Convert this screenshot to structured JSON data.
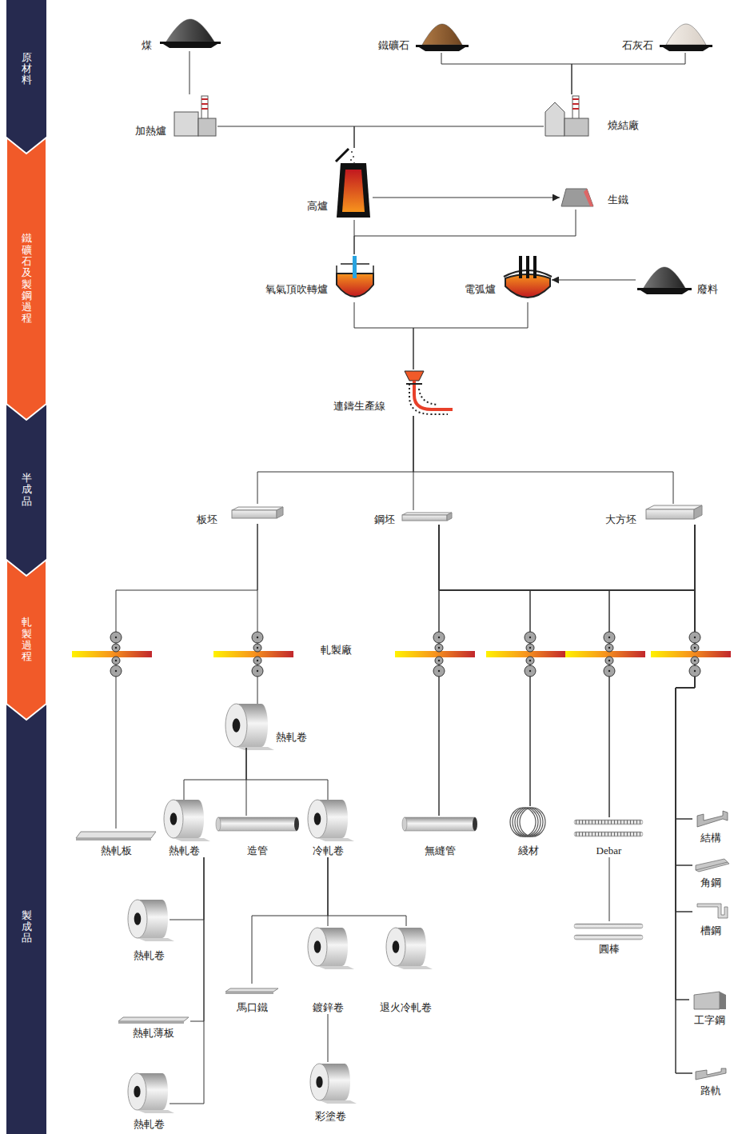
{
  "diagram": {
    "nodes": [
      {
        "text": [
          "原材料"
        ]
      },
      {
        "text": [
          "鐵礦石及製鋼過程"
        ]
      },
      {
        "text": [
          "半成品"
        ]
      },
      {
        "text": [
          "軋製過程"
        ]
      },
      {
        "text": [
          "製成品"
        ]
      },
      {
        "text": [
          "煤"
        ]
      },
      {
        "text": [
          "鐵礦石"
        ]
      },
      {
        "text": [
          "石灰石"
        ]
      },
      {
        "text": [
          "加熱爐"
        ]
      },
      {
        "text": [
          "燒結廠"
        ]
      },
      {
        "text": [
          "高爐"
        ]
      },
      {
        "text": [
          "生鐵"
        ]
      },
      {
        "text": [
          "氧氣頂吹轉爐"
        ]
      },
      {
        "text": [
          "電弧爐"
        ]
      },
      {
        "text": [
          "廢料"
        ]
      },
      {
        "text": [
          "連鑄生產線"
        ]
      },
      {
        "text": [
          "板坯"
        ]
      },
      {
        "text": [
          "鋼坯"
        ]
      },
      {
        "text": [
          "大方坯"
        ]
      },
      {
        "text": [
          "熱軋卷"
        ]
      },
      {
        "text": [
          "熱軋板"
        ]
      },
      {
        "text": [
          "熱軋卷"
        ]
      },
      {
        "text": [
          "造管"
        ]
      },
      {
        "text": [
          "冷軋卷"
        ]
      },
      {
        "text": [
          "無縫管"
        ]
      },
      {
        "text": [
          "綫材"
        ]
      },
      {
        "text": [
          "Debar"
        ]
      },
      {
        "text": [
          "圓棒"
        ]
      },
      {
        "text": [
          "結構"
        ]
      },
      {
        "text": [
          "角鋼"
        ]
      },
      {
        "text": [
          "槽鋼"
        ]
      },
      {
        "text": [
          "工字鋼"
        ]
      },
      {
        "text": [
          "路軌"
        ]
      },
      {
        "text": [
          "熱軋卷"
        ]
      },
      {
        "text": [
          "熱軋薄板"
        ]
      },
      {
        "text": [
          "熱軋卷"
        ]
      },
      {
        "text": [
          "馬口鐵"
        ]
      },
      {
        "text": [
          "鍍鋅卷"
        ]
      },
      {
        "text": [
          "退火冷軋卷"
        ]
      },
      {
        "text": [
          "彩塗卷"
        ]
      }
    ],
    "edges": [
      {
        "from": 5,
        "to": 8,
        "arrow": "none"
      },
      {
        "from": 6,
        "to": 9,
        "arrow": "none"
      },
      {
        "from": 7,
        "to": 9,
        "arrow": "none"
      },
      {
        "from": 8,
        "to": 10,
        "arrow": "none"
      },
      {
        "from": 9,
        "to": 10,
        "arrow": "none"
      },
      {
        "from": 10,
        "to": 11,
        "arrow": "to"
      },
      {
        "from": 10,
        "to": 12,
        "arrow": "none"
      },
      {
        "from": 11,
        "to": 12,
        "arrow": "none"
      },
      {
        "from": 14,
        "to": 13,
        "arrow": "to"
      },
      {
        "from": 12,
        "to": 15,
        "arrow": "none"
      },
      {
        "from": 13,
        "to": 15,
        "arrow": "none"
      },
      {
        "from": 15,
        "to": 16,
        "arrow": "none"
      },
      {
        "from": 15,
        "to": 17,
        "arrow": "none"
      },
      {
        "from": 15,
        "to": 18,
        "arrow": "none"
      },
      {
        "from": 16,
        "to": 19,
        "arrow": "none"
      },
      {
        "from": 16,
        "to": 20,
        "arrow": "none"
      },
      {
        "from": 17,
        "to": 24,
        "arrow": "none"
      },
      {
        "from": 17,
        "to": 25,
        "arrow": "none"
      },
      {
        "from": 17,
        "to": 26,
        "arrow": "none"
      },
      {
        "from": 17,
        "to": 28,
        "arrow": "none"
      },
      {
        "from": 17,
        "to": 29,
        "arrow": "none"
      },
      {
        "from": 17,
        "to": 30,
        "arrow": "none"
      },
      {
        "from": 17,
        "to": 31,
        "arrow": "none"
      },
      {
        "from": 17,
        "to": 32,
        "arrow": "none"
      },
      {
        "from": 18,
        "to": 24,
        "arrow": "none"
      },
      {
        "from": 18,
        "to": 25,
        "arrow": "none"
      },
      {
        "from": 18,
        "to": 26,
        "arrow": "none"
      },
      {
        "from": 18,
        "to": 28,
        "arrow": "none"
      },
      {
        "from": 18,
        "to": 29,
        "arrow": "none"
      },
      {
        "from": 18,
        "to": 30,
        "arrow": "none"
      },
      {
        "from": 18,
        "to": 31,
        "arrow": "none"
      },
      {
        "from": 18,
        "to": 32,
        "arrow": "none"
      },
      {
        "from": 19,
        "to": 21,
        "arrow": "none"
      },
      {
        "from": 19,
        "to": 22,
        "arrow": "none"
      },
      {
        "from": 19,
        "to": 23,
        "arrow": "none"
      },
      {
        "from": 21,
        "to": 33,
        "arrow": "none"
      },
      {
        "from": 21,
        "to": 34,
        "arrow": "none"
      },
      {
        "from": 21,
        "to": 35,
        "arrow": "none"
      },
      {
        "from": 23,
        "to": 36,
        "arrow": "none"
      },
      {
        "from": 23,
        "to": 37,
        "arrow": "none"
      },
      {
        "from": 23,
        "to": 38,
        "arrow": "none"
      },
      {
        "from": 26,
        "to": 27,
        "arrow": "none"
      },
      {
        "from": 37,
        "to": 39,
        "arrow": "none"
      }
    ],
    "labels": [
      "軋製廠"
    ]
  }
}
